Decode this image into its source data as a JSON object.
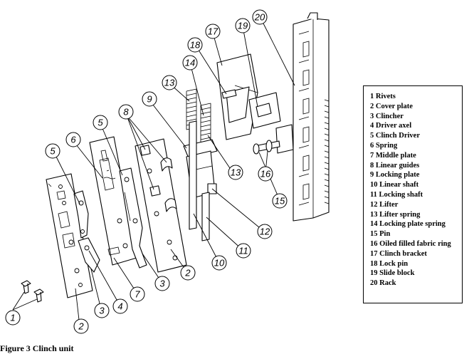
{
  "legend": [
    "1 Rivets",
    "2 Cover plate",
    "3 Clincher",
    "4 Driver axel",
    "5 Clinch Driver",
    "6 Spring",
    "7 Middle plate",
    "8 Linear guides",
    "9 Locking plate",
    "10 Linear shaft",
    "11 Locking shaft",
    "12 Lifter",
    "13 Lifter spring",
    "14 Locking plate spring",
    "15 Pin",
    "16 Oiled filled fabric ring",
    "17 Clinch bracket",
    "18 Lock pin",
    "19 Slide block",
    "20 Rack"
  ],
  "callouts": [
    "1",
    "1",
    "2",
    "3",
    "4",
    "5",
    "5",
    "6",
    "7",
    "2",
    "3",
    "8",
    "9",
    "13",
    "14",
    "13",
    "10",
    "11",
    "12",
    "17",
    "18",
    "19",
    "20",
    "16",
    "15"
  ],
  "caption": "Figure 3   Clinch unit"
}
